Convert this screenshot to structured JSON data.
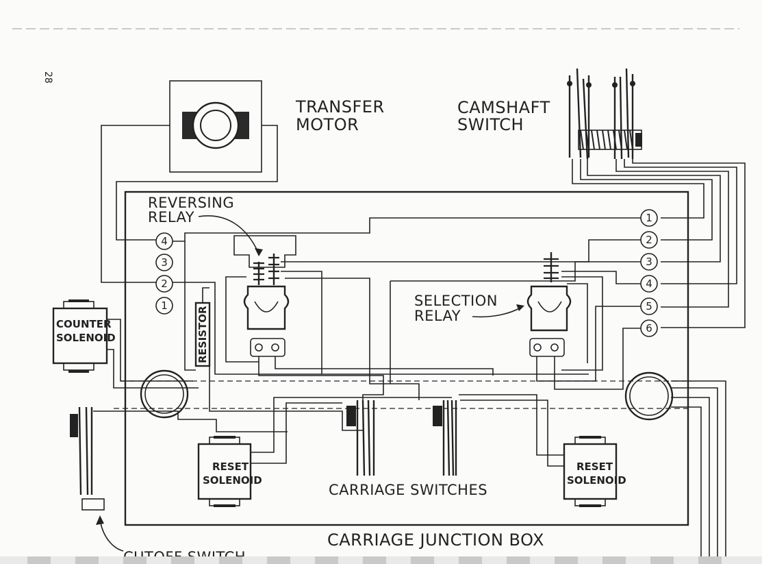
{
  "page_number": "28",
  "labels": {
    "transfer_motor_1": "TRANSFER",
    "transfer_motor_2": "MOTOR",
    "camshaft_switch_1": "CAMSHAFT",
    "camshaft_switch_2": "SWITCH",
    "reversing_relay_1": "REVERSING",
    "reversing_relay_2": "RELAY",
    "selection_relay_1": "SELECTION",
    "selection_relay_2": "RELAY",
    "counter_solenoid_1": "COUNTER",
    "counter_solenoid_2": "SOLENOID",
    "resistor": "RESISTOR",
    "reset_solenoid_left_1": "RESET",
    "reset_solenoid_left_2": "SOLENOID",
    "reset_solenoid_right_1": "RESET",
    "reset_solenoid_right_2": "SOLENOID",
    "carriage_switches": "CARRIAGE SWITCHES",
    "carriage_junction_box": "CARRIAGE JUNCTION BOX",
    "cutoff_switch": "CUTOFF SWITCH"
  },
  "left_terminals": [
    "4",
    "3",
    "2",
    "1"
  ],
  "right_terminals": [
    "1",
    "2",
    "3",
    "4",
    "5",
    "6"
  ],
  "colors": {
    "ink": "#222222",
    "paper": "#fbfbfa"
  }
}
